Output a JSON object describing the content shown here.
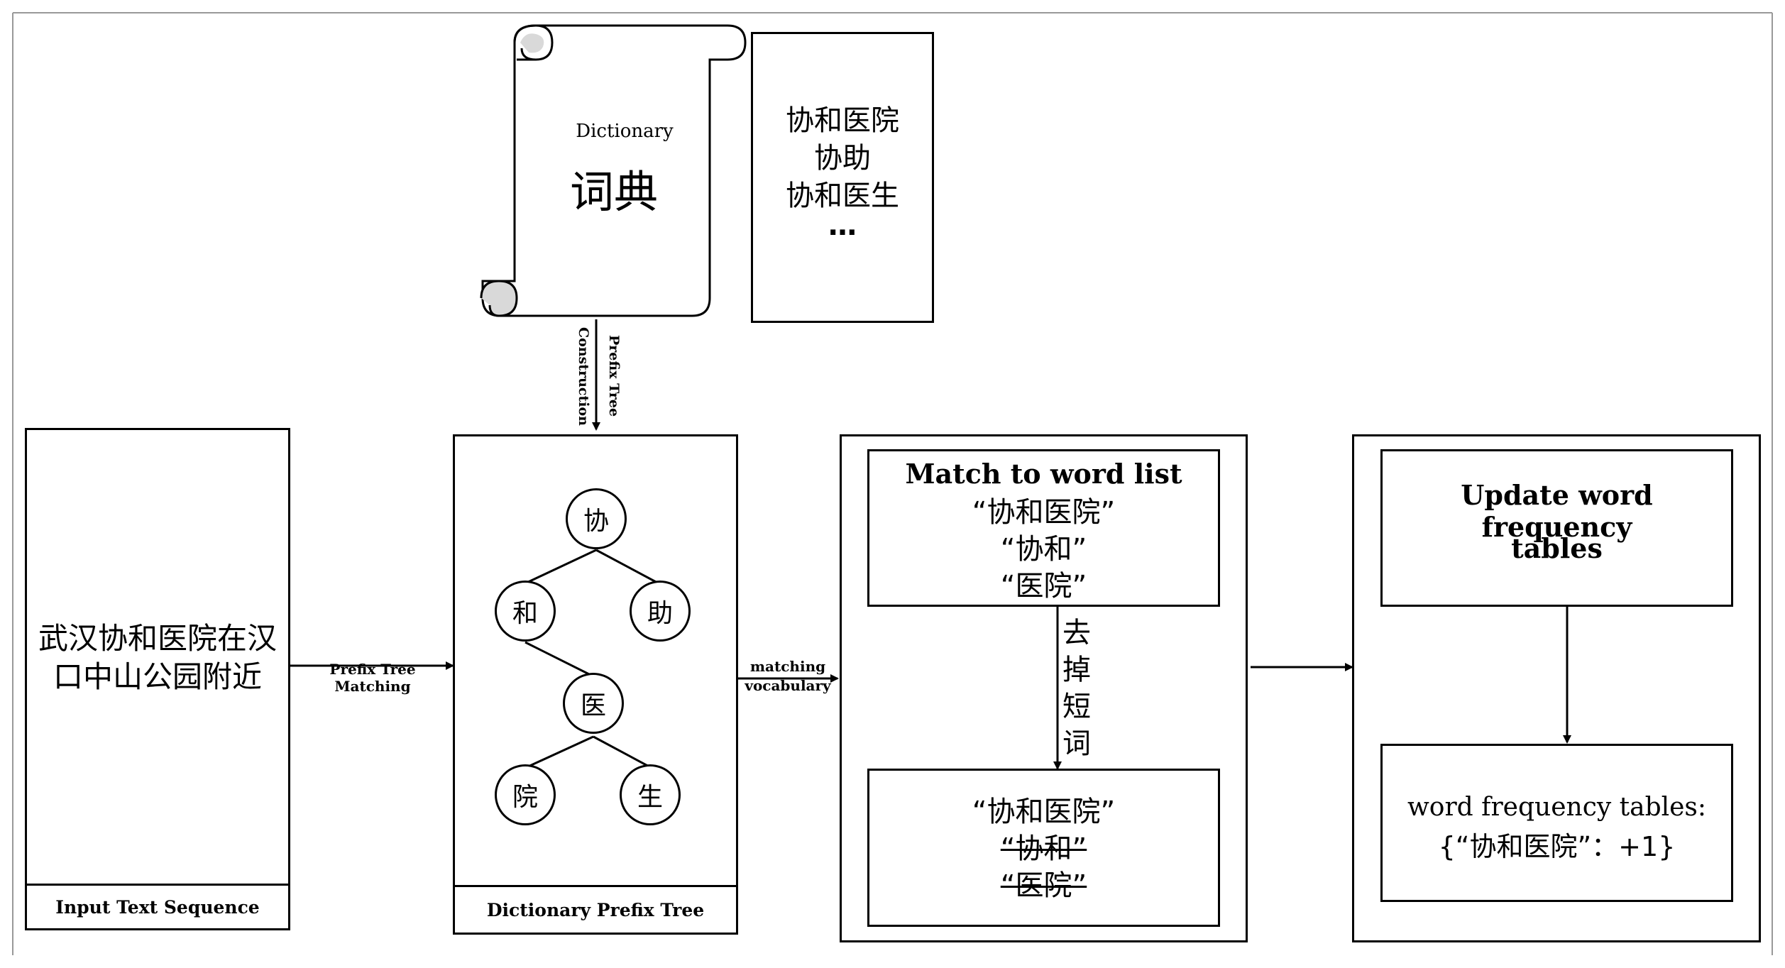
{
  "dictionary": {
    "title_en": "Dictionary",
    "title_zh": "词典",
    "entries": [
      "协和医院",
      "协助",
      "协和医生",
      "…"
    ]
  },
  "input": {
    "text_line1": "武汉协和医院在汉",
    "text_line2": "口中山公园附近",
    "label": "Input Text Sequence"
  },
  "edges": {
    "prefix_tree_construction_1": "Prefix Tree",
    "prefix_tree_construction_2": "Construction",
    "prefix_tree_matching": "Prefix Tree Matching",
    "matching_vocabulary_1": "matching",
    "matching_vocabulary_2": "vocabulary",
    "remove_short_words": [
      "去",
      "掉",
      "短",
      "词"
    ]
  },
  "prefix_tree": {
    "label": "Dictionary Prefix Tree",
    "nodes": {
      "root": "协",
      "he": "和",
      "zhu": "助",
      "yi": "医",
      "yuan": "院",
      "sheng": "生"
    }
  },
  "match": {
    "title": "Match to word list",
    "words": [
      "“协和医院”",
      "“协和”",
      "“医院”"
    ]
  },
  "filtered": {
    "kept": "“协和医院”",
    "removed": [
      "“协和”",
      "“医院”"
    ]
  },
  "update": {
    "title_line1": "Update word frequency",
    "title_line2": "tables"
  },
  "freq": {
    "line1": "word frequency tables:",
    "line2": "{“协和医院”：+1}"
  }
}
